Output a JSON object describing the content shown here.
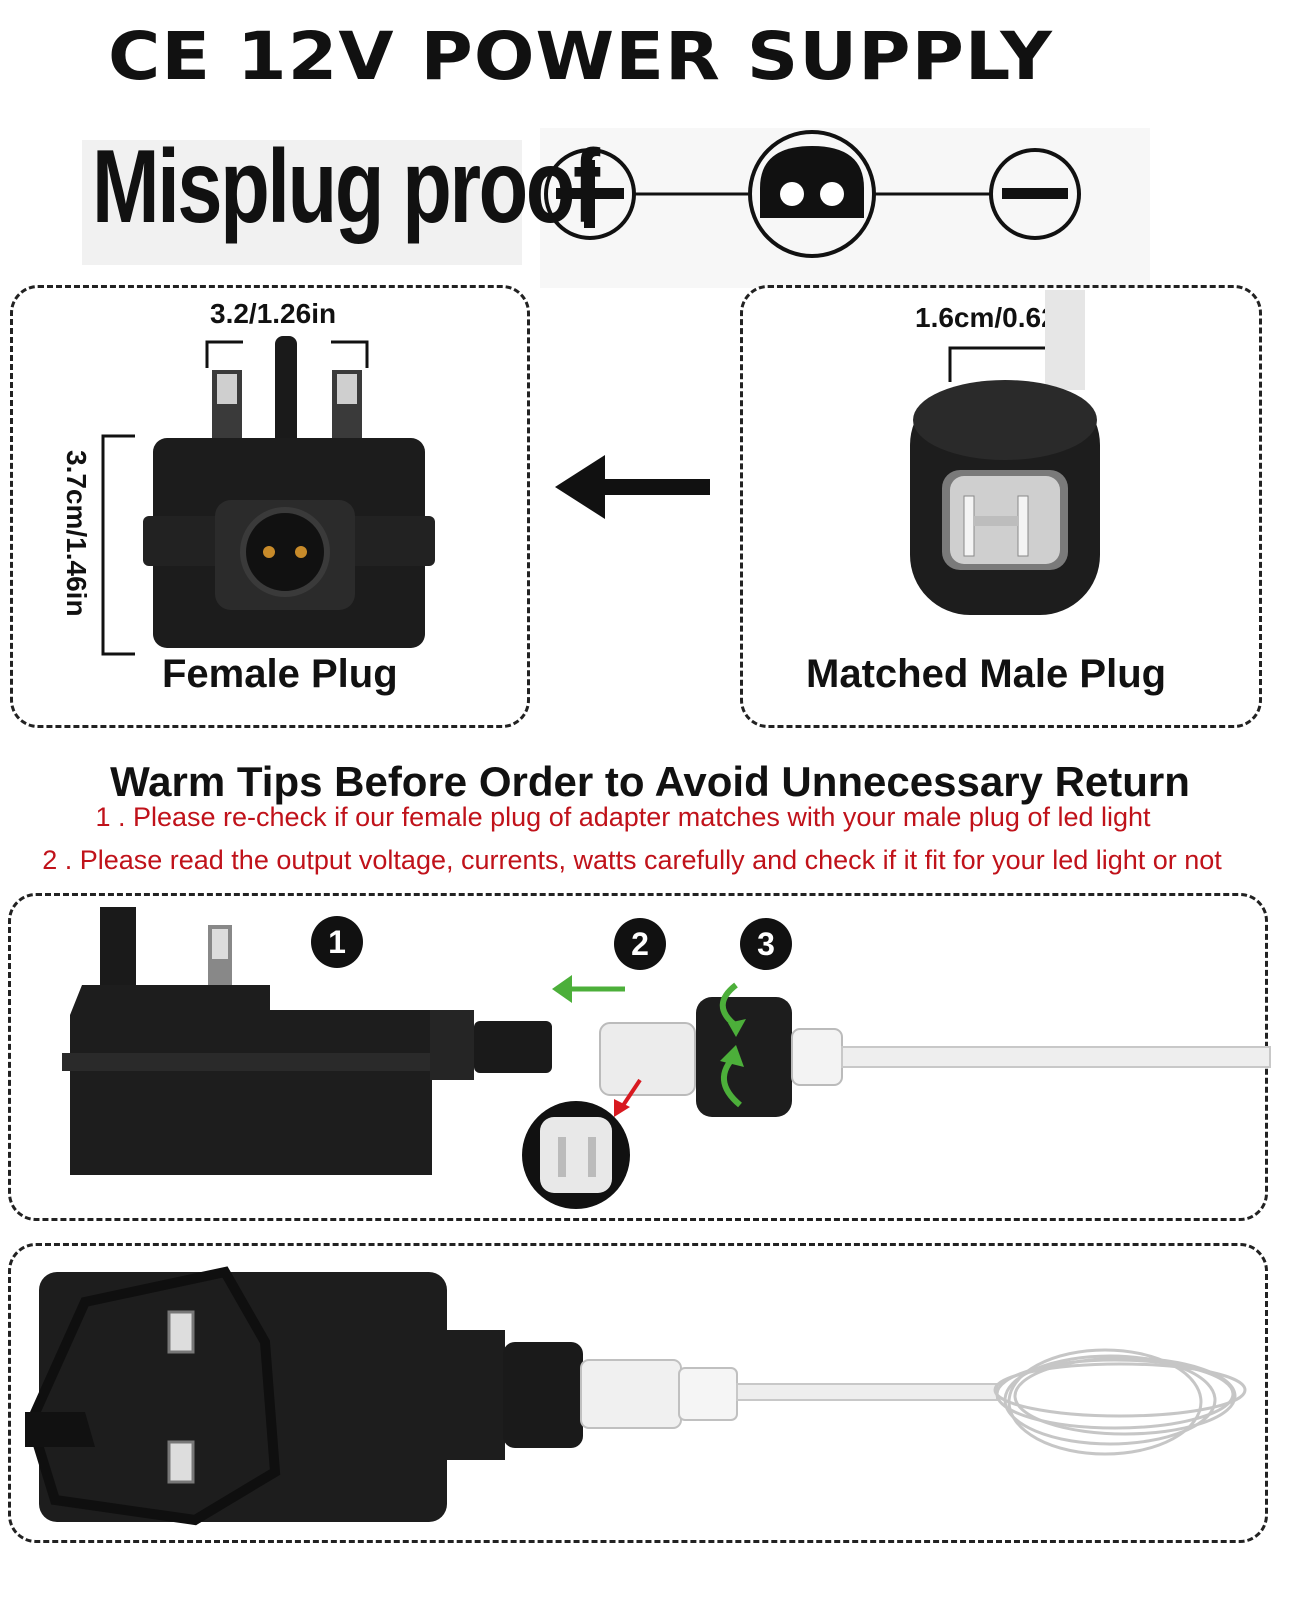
{
  "header": {
    "title": "CE 12V POWER SUPPLY"
  },
  "polarity": {
    "label": "Misplug proof",
    "positive_icon": "plus-circle-icon",
    "center_icon": "connector-face-icon",
    "negative_icon": "minus-circle-icon"
  },
  "female_panel": {
    "width_dim": "3.2/1.26in",
    "height_dim": "3.7cm/1.46in",
    "label": "Female Plug"
  },
  "male_panel": {
    "width_dim": "1.6cm/0.62in",
    "label": "Matched Male Plug"
  },
  "tips": {
    "title": "Warm Tips Before Order to Avoid Unnecessary Return",
    "items": [
      "1 . Please re-check if our female plug of adapter matches with your male plug of led light",
      "2 . Please read the output voltage, currents, watts carefully and check if it fit for your led light or not"
    ],
    "color": "#c0121a"
  },
  "steps": [
    "1",
    "2",
    "3"
  ],
  "colors": {
    "arrow_green": "#4caf3a",
    "arrow_red": "#d81920",
    "plug_black": "#1c1c1c"
  }
}
